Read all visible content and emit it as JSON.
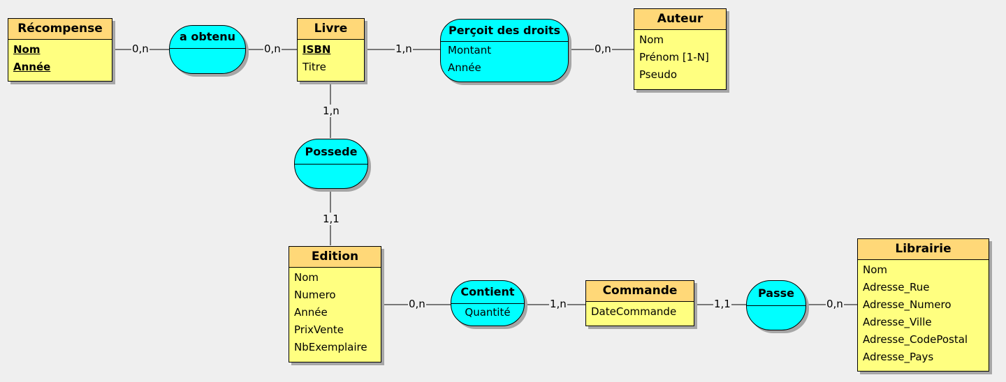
{
  "entities": {
    "recompense": {
      "name": "Récompense",
      "attrs": [
        "Nom",
        "Année"
      ]
    },
    "livre": {
      "name": "Livre",
      "attrs": [
        "ISBN",
        "Titre"
      ]
    },
    "auteur": {
      "name": "Auteur",
      "attrs": [
        "Nom",
        "Prénom [1-N]",
        "Pseudo"
      ]
    },
    "edition": {
      "name": "Edition",
      "attrs": [
        "Nom",
        "Numero",
        "Année",
        "PrixVente",
        "NbExemplaire"
      ]
    },
    "commande": {
      "name": "Commande",
      "attrs": [
        "DateCommande"
      ]
    },
    "librairie": {
      "name": "Librairie",
      "attrs": [
        "Nom",
        "Adresse_Rue",
        "Adresse_Numero",
        "Adresse_Ville",
        "Adresse_CodePostal",
        "Adresse_Pays"
      ]
    }
  },
  "associations": {
    "a_obtenu": {
      "name": "a obtenu",
      "attrs": []
    },
    "percoit": {
      "name": "Perçoit des droits",
      "attrs": [
        "Montant",
        "Année"
      ]
    },
    "possede": {
      "name": "Possede",
      "attrs": []
    },
    "contient": {
      "name": "Contient",
      "attrs": [
        "Quantité"
      ]
    },
    "passe": {
      "name": "Passe",
      "attrs": []
    }
  },
  "cardinalities": {
    "recompense_aobtenu": "0,n",
    "aobtenu_livre": "0,n",
    "livre_percoit": "1,n",
    "percoit_auteur": "0,n",
    "livre_possede": "1,n",
    "possede_edition": "1,1",
    "edition_contient": "0,n",
    "contient_commande": "1,n",
    "commande_passe": "1,1",
    "passe_librairie": "0,n"
  },
  "colors": {
    "entity_header": "#ffd878",
    "entity_body": "#ffff80",
    "association": "#00ffff",
    "background": "#efefef"
  }
}
